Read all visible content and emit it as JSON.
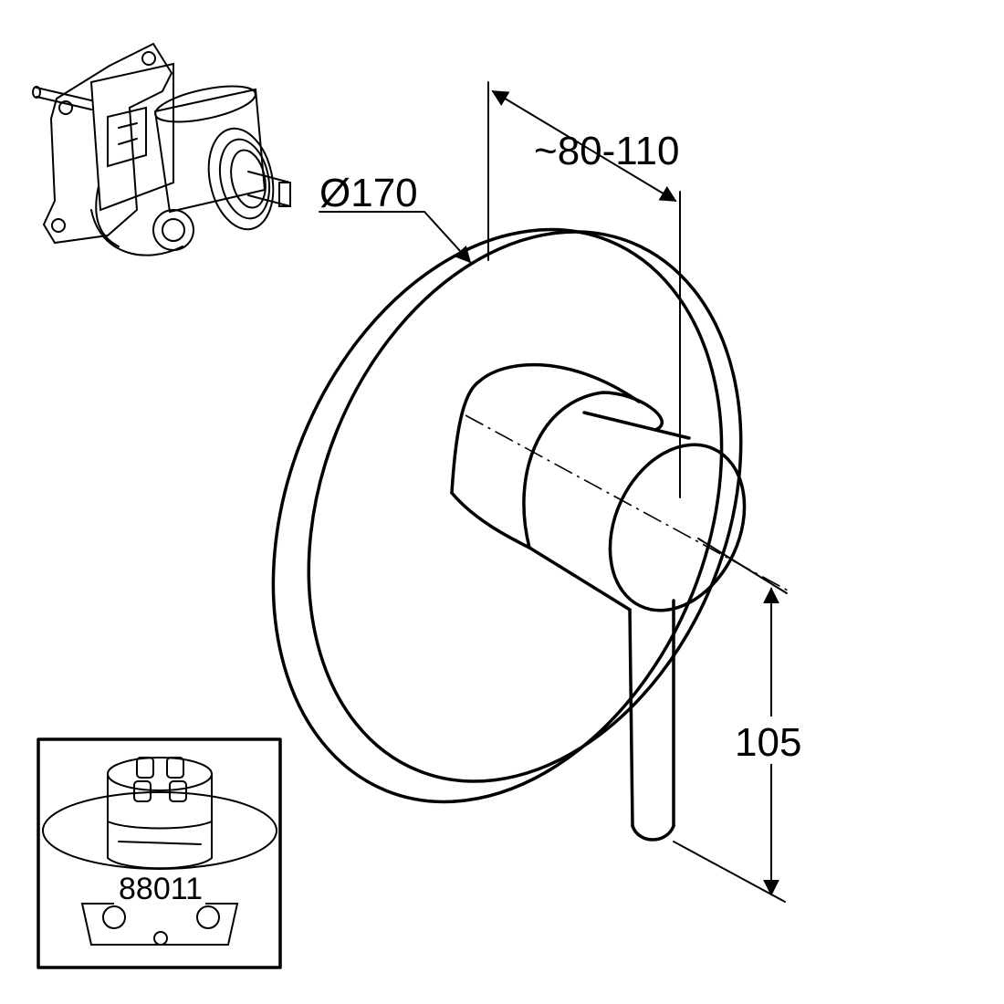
{
  "dimensions": {
    "diameter": "Ø170",
    "depth": "~80-110",
    "height": "105"
  },
  "inset": {
    "part_number": "88011"
  },
  "colors": {
    "line": "#000000",
    "background": "#ffffff"
  }
}
